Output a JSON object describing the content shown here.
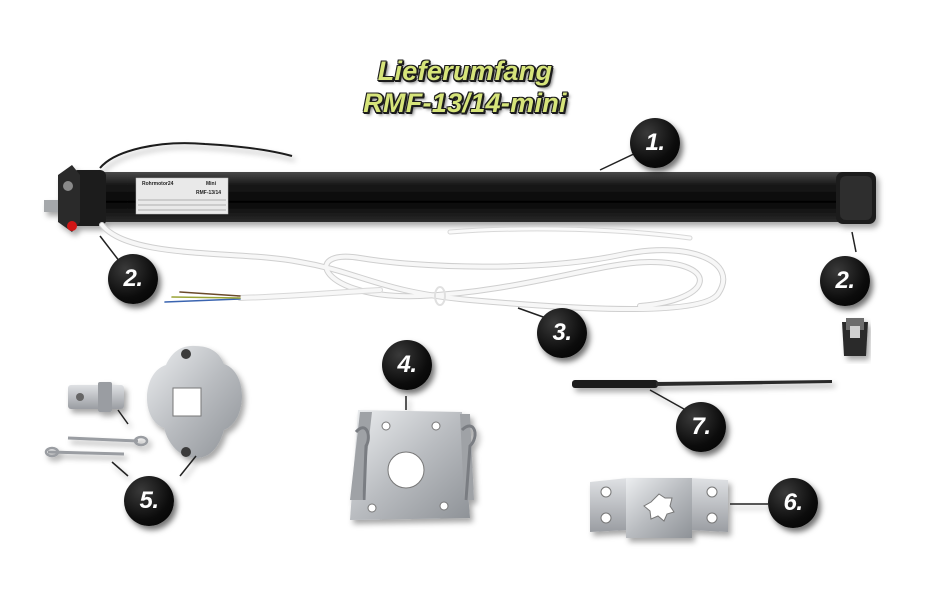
{
  "title": {
    "line1": "Lieferumfang",
    "line2": "RMF-13/14-mini"
  },
  "badges": [
    {
      "label": "1."
    },
    {
      "label": "2."
    },
    {
      "label": "2."
    },
    {
      "label": "3."
    },
    {
      "label": "4."
    },
    {
      "label": "5."
    },
    {
      "label": "6."
    },
    {
      "label": "7."
    }
  ],
  "motor_label": {
    "brand": "Rohrmotor24",
    "series": "Mini",
    "model": "RMF-13/14"
  },
  "colors": {
    "title_fill": "#d6e47a",
    "badge": "#0c0c0c",
    "tube": "#141414",
    "metal": "#c9cbce",
    "cable": "#f4f4f4"
  }
}
